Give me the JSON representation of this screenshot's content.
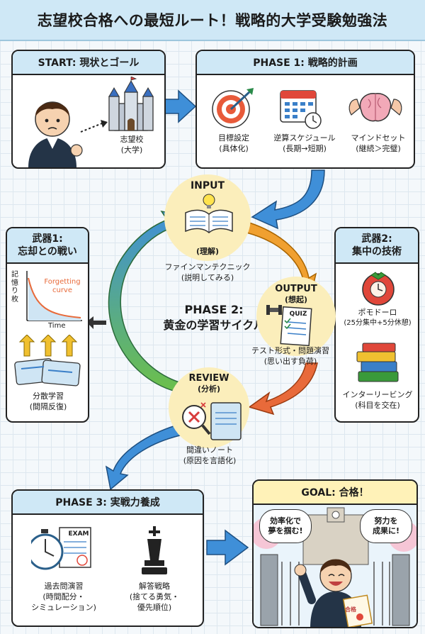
{
  "title": "志望校合格への最短ルート！戦略的大学受験勉強法",
  "start": {
    "heading": "START: 現状とゴール",
    "castle_label_line1": "志望校",
    "castle_label_line2": "(大学)"
  },
  "phase1": {
    "heading": "PHASE 1: 戦略的計画",
    "items": [
      {
        "icon": "target-icon",
        "line1": "目標設定",
        "line2": "(具体化)"
      },
      {
        "icon": "calendar-icon",
        "line1": "逆算スケジュール",
        "line2": "(長期→短期)"
      },
      {
        "icon": "brain-icon",
        "line1": "マインドセット",
        "line2": "(継続＞完璧)"
      }
    ]
  },
  "weapon1": {
    "heading_line1": "武器1:",
    "heading_line2": "忘却との戦い",
    "graph_ylabel": "記憶り枚",
    "graph_curve_line1": "Forgetting",
    "graph_curve_line2": "curve",
    "graph_xlabel": "Time",
    "label_line1": "分散学習",
    "label_line2": "(間隔反復)"
  },
  "weapon2": {
    "heading_line1": "武器2:",
    "heading_line2": "集中の技術",
    "tomato_line1": "ポモドーロ",
    "tomato_line2": "(25分集中+5分休憩)",
    "books_line1": "インターリービング",
    "books_line2": "(科目を交在)"
  },
  "cycle": {
    "center_line1": "PHASE 2:",
    "center_line2": "黄金の学習サイクル",
    "input": {
      "title": "INPUT",
      "sub": "(理解)",
      "line1": "ファインマンテクニック",
      "line2": "(説明してみる)"
    },
    "output": {
      "title": "OUTPUT",
      "sub": "(想起)",
      "quiz": "QUIZ",
      "line1": "テスト形式・問題演習",
      "line2": "(思い出す負荷)"
    },
    "review": {
      "title": "REVIEW",
      "sub": "(分析)",
      "line1": "間違いノート",
      "line2": "(原因を言語化)"
    }
  },
  "phase3": {
    "heading": "PHASE 3: 実戦力養成",
    "exam_tag": "EXAM",
    "item1_line1": "過去問演習",
    "item1_line2": "(時間配分・",
    "item1_line3": "シミュレーション)",
    "item2_line1": "解答戦略",
    "item2_line2": "(捨てる勇気・",
    "item2_line3": "優先順位)"
  },
  "goal": {
    "heading": "GOAL: 合格！",
    "bubble1_line1": "効率化で",
    "bubble1_line2": "夢を掴む!",
    "bubble2_line1": "努力を",
    "bubble2_line2": "成果に!",
    "certificate": "合格"
  },
  "colors": {
    "header_blue": "#cfe8f6",
    "arrow_blue": "#3f8fd8",
    "arrow_orange": "#f0a030",
    "arrow_red": "#e86a3a",
    "arrow_green": "#6cc04a",
    "node_yellow": "#fbeebb",
    "goal_yellow": "#fff2b8"
  }
}
